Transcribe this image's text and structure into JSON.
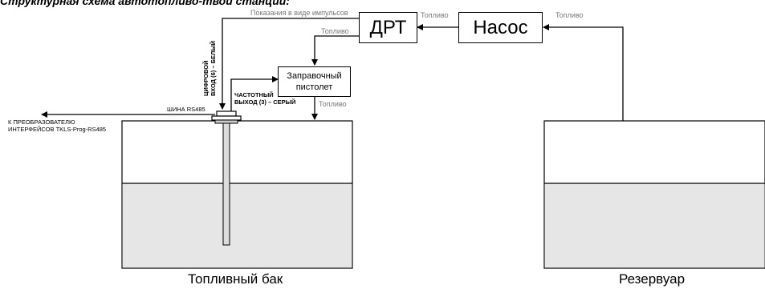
{
  "title": "Структурная схема автотопливо-твой станции:",
  "boxes": {
    "drt": "ДРТ",
    "pump": "Насос",
    "nozzle_line1": "Заправочный",
    "nozzle_line2": "пистолет"
  },
  "labels": {
    "pulses": "Показания в виде импульсов",
    "fuel_pump_to_drt": "Топливо",
    "fuel_reservoir_to_pump": "Топливо",
    "fuel_drt_to_nozzle": "Топливо",
    "fuel_nozzle_to_tank": "Топливо",
    "digital_input_line1": "ЦИФРОВОЙ",
    "digital_input_line2": "ВХОД (6) – БЕЛЫЙ",
    "freq_output_line1": "ЧАСТОТНЫЙ",
    "freq_output_line2": "ВЫХОД (3) – СЕРЫЙ",
    "bus": "ШИНА RS485",
    "converter_line1": "К ПРЕОБРАЗОВАТЕЛЮ",
    "converter_line2": "ИНТЕРФЕЙСОВ TKLS-Prog-RS485"
  },
  "captions": {
    "tank": "Топливный бак",
    "reservoir": "Резервуар"
  },
  "colors": {
    "liquid": "#e6e6e6",
    "line": "#000000",
    "label_gray": "#777777"
  }
}
